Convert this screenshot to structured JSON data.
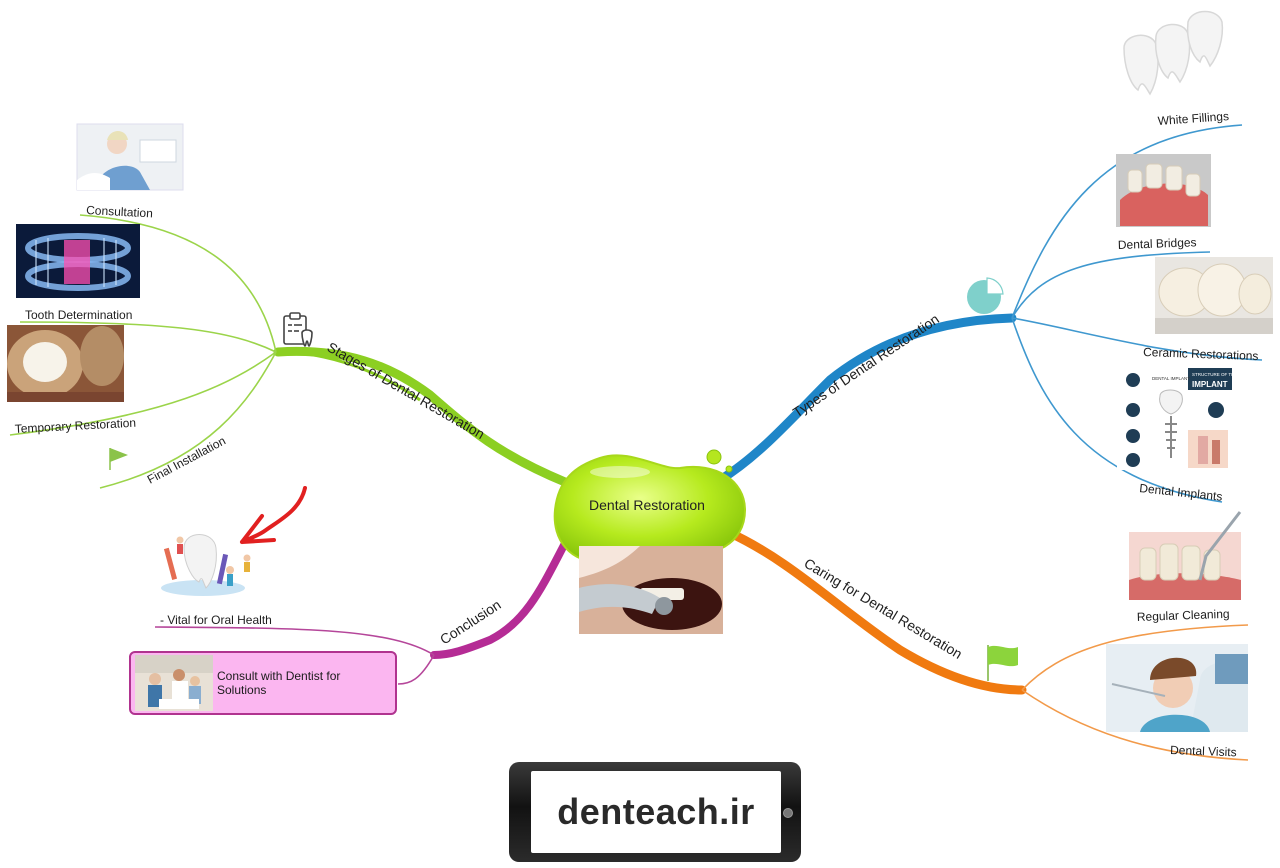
{
  "center": {
    "label": "Dental Restoration"
  },
  "branches": {
    "stages": {
      "label": "Stages of Dental Restoration",
      "color": "#8ccf22",
      "icon": "clipboard-tooth-icon",
      "children": [
        "Consultation",
        "Tooth Determination",
        "Temporary Restoration",
        "Final Installation"
      ]
    },
    "types": {
      "label": "Types of Dental Restoration",
      "color": "#1f86c8",
      "icon": "pie-chart-icon",
      "children": [
        "White Fillings",
        "Dental Bridges",
        "Ceramic Restorations",
        "Dental Implants"
      ]
    },
    "caring": {
      "label": "Caring for Dental Restoration",
      "color": "#f07a10",
      "icon": "flag-icon",
      "children": [
        "Regular Cleaning",
        "Dental Visits"
      ]
    },
    "conclusion": {
      "label": "Conclusion",
      "color": "#b52c95",
      "children": [
        "- Vital for Oral Health",
        "Consult with Dentist for Solutions"
      ]
    }
  },
  "images": {
    "implant_heading_line1": "STRUCTURE OF THE DENTAL",
    "implant_heading_line2": "IMPLANT",
    "implant_caption": "DENTAL IMPLANT"
  },
  "footer": {
    "brand": "denteach.ir"
  }
}
